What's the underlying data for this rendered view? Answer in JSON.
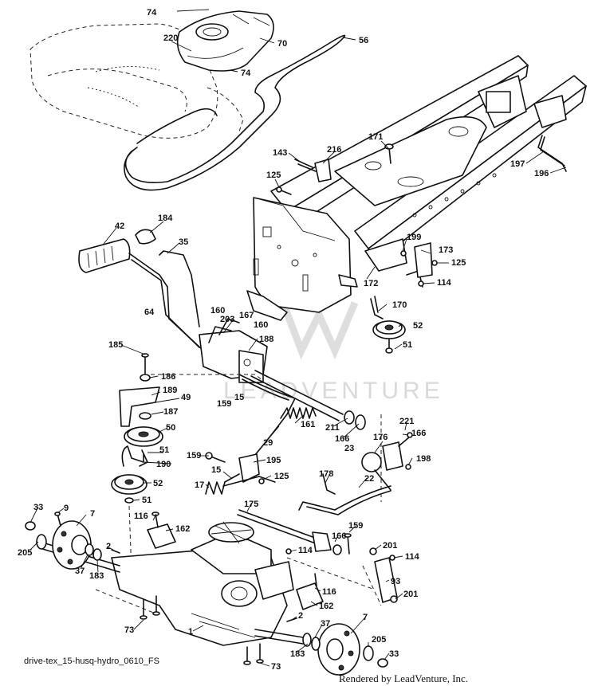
{
  "diagram": {
    "diagram_id": "drive-tex_15-husq-hydro_0610_FS",
    "credit": "Rendered by LeadVenture, Inc.",
    "watermark": "LEADVENTURE",
    "callouts": [
      "74",
      "220",
      "70",
      "56",
      "74",
      "171",
      "216",
      "143",
      "197",
      "196",
      "125",
      "184",
      "42",
      "35",
      "199",
      "173",
      "125",
      "114",
      "172",
      "64",
      "160",
      "203",
      "167",
      "160",
      "170",
      "52",
      "51",
      "185",
      "188",
      "186",
      "189",
      "49",
      "159",
      "15",
      "187",
      "161",
      "50",
      "211",
      "166",
      "221",
      "166",
      "176",
      "23",
      "29",
      "198",
      "51",
      "190",
      "159",
      "195",
      "15",
      "125",
      "178",
      "22",
      "52",
      "17",
      "51",
      "175",
      "33",
      "9",
      "7",
      "116",
      "162",
      "166",
      "159",
      "205",
      "2",
      "201",
      "114",
      "114",
      "37",
      "183",
      "93",
      "116",
      "201",
      "162",
      "73",
      "2",
      "37",
      "7",
      "1",
      "205",
      "183",
      "33",
      "73"
    ]
  }
}
